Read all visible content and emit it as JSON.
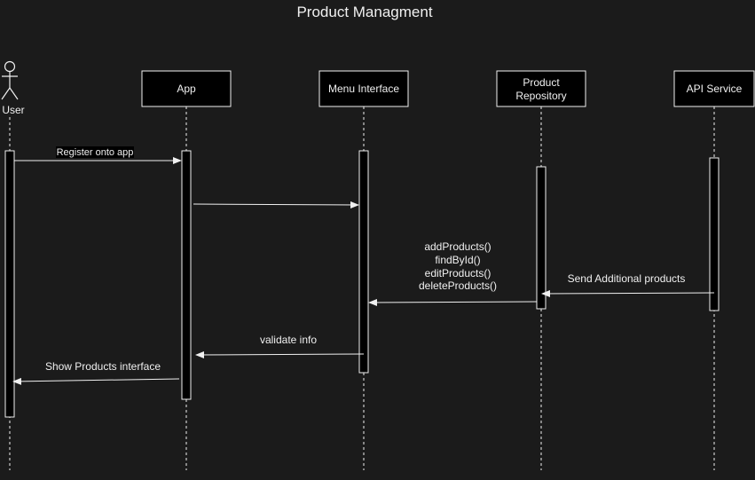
{
  "diagram": {
    "title": "Product Managment",
    "actor": {
      "label": "User"
    },
    "participants": [
      {
        "key": "app",
        "label": "App"
      },
      {
        "key": "menu",
        "label": "Menu Interface"
      },
      {
        "key": "repo",
        "label_line1": "Product",
        "label_line2": "Repository"
      },
      {
        "key": "api",
        "label": "API Service"
      }
    ],
    "messages": {
      "register": "Register onto app",
      "repo_ops": [
        "addProducts()",
        "findById()",
        "editProducts()",
        "deleteProducts()"
      ],
      "send_additional": "Send Additional products",
      "validate": "validate info",
      "show_products": "Show Products interface"
    },
    "colors": {
      "background": "#1b1b1b",
      "stroke": "#f0f0f0",
      "box_fill": "#000000"
    }
  }
}
